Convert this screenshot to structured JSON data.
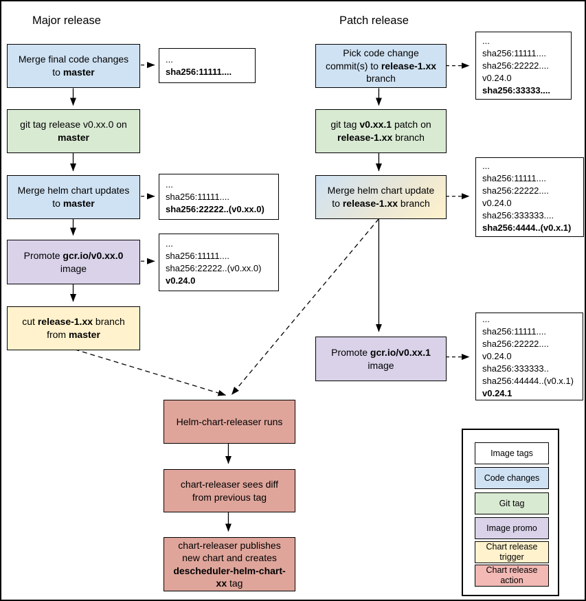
{
  "major": {
    "title": "Major release",
    "steps": [
      {
        "segments": [
          {
            "t": "Merge final code changes to "
          },
          {
            "t": "master",
            "b": true
          }
        ]
      },
      {
        "segments": [
          {
            "t": "git tag release v0.xx.0 on "
          },
          {
            "t": "master",
            "b": true
          }
        ]
      },
      {
        "segments": [
          {
            "t": "Merge helm chart updates to "
          },
          {
            "t": "master",
            "b": true
          }
        ]
      },
      {
        "segments": [
          {
            "t": "Promote "
          },
          {
            "t": "gcr.io/v0.xx.0",
            "b": true
          },
          {
            "t": " image"
          }
        ]
      },
      {
        "segments": [
          {
            "t": "cut "
          },
          {
            "t": "release-1.xx",
            "b": true
          },
          {
            "t": " branch from "
          },
          {
            "t": "master",
            "b": true
          }
        ]
      }
    ],
    "sha_boxes": [
      {
        "lines": [
          {
            "t": "..."
          },
          {
            "t": "sha256:11111....",
            "b": true
          }
        ]
      },
      {
        "lines": [
          {
            "t": "..."
          },
          {
            "t": "sha256:11111...."
          },
          {
            "t": "sha256:22222..(v0.xx.0)",
            "b": true
          }
        ]
      },
      {
        "lines": [
          {
            "t": "..."
          },
          {
            "t": "sha256:11111...."
          },
          {
            "t": "sha256:22222..(v0.xx.0)"
          },
          {
            "t": "v0.24.0",
            "b": true
          }
        ]
      }
    ]
  },
  "patch": {
    "title": "Patch release",
    "steps": [
      {
        "segments": [
          {
            "t": "Pick code change commit(s) to "
          },
          {
            "t": "release-1.xx",
            "b": true
          },
          {
            "t": " branch"
          }
        ]
      },
      {
        "segments": [
          {
            "t": "git tag "
          },
          {
            "t": "v0.xx.1",
            "b": true
          },
          {
            "t": " patch on "
          },
          {
            "t": "release-1.xx",
            "b": true
          },
          {
            "t": " branch"
          }
        ]
      },
      {
        "segments": [
          {
            "t": "Merge helm chart update to "
          },
          {
            "t": "release-1.xx",
            "b": true
          },
          {
            "t": " branch"
          }
        ]
      },
      {
        "segments": [
          {
            "t": "Promote "
          },
          {
            "t": "gcr.io/v0.xx.1",
            "b": true
          },
          {
            "t": " image"
          }
        ]
      }
    ],
    "sha_boxes": [
      {
        "lines": [
          {
            "t": "..."
          },
          {
            "t": "sha256:11111...."
          },
          {
            "t": "sha256:22222...."
          },
          {
            "t": "v0.24.0"
          },
          {
            "t": "sha256:33333....",
            "b": true
          }
        ]
      },
      {
        "lines": [
          {
            "t": "..."
          },
          {
            "t": "sha256:11111...."
          },
          {
            "t": "sha256:22222...."
          },
          {
            "t": "v0.24.0"
          },
          {
            "t": "sha256:333333...."
          },
          {
            "t": "sha256:4444..(v0.x.1)",
            "b": true
          }
        ]
      },
      {
        "lines": [
          {
            "t": "..."
          },
          {
            "t": "sha256:11111...."
          },
          {
            "t": "sha256:22222...."
          },
          {
            "t": "v0.24.0"
          },
          {
            "t": "sha256:333333.."
          },
          {
            "t": "sha256:44444..(v0.x.1)"
          },
          {
            "t": "v0.24.1",
            "b": true
          }
        ]
      }
    ]
  },
  "chart_release": {
    "steps": [
      {
        "segments": [
          {
            "t": "Helm-chart-releaser runs"
          }
        ]
      },
      {
        "segments": [
          {
            "t": "chart-releaser sees diff from previous tag"
          }
        ]
      },
      {
        "segments": [
          {
            "t": "chart-releaser publishes new chart and creates "
          },
          {
            "t": "descheduler-helm-chart-xx",
            "b": true
          },
          {
            "t": " tag"
          }
        ]
      }
    ]
  },
  "legend": {
    "items": [
      {
        "label": "Image tags"
      },
      {
        "label": "Code changes"
      },
      {
        "label": "Git tag"
      },
      {
        "label": "Image promo"
      },
      {
        "label": "Chart release trigger"
      },
      {
        "label": "Chart release action"
      }
    ]
  },
  "colors": {
    "code_changes": "#cfe2f3",
    "git_tag": "#d9ead3",
    "image_promo": "#d9d2e9",
    "chart_trigger": "#fff2cc",
    "chart_action": "#dfa59b",
    "legend_action": "#f2b9b5",
    "image_tags": "#ffffff",
    "gradient_start": "#cfe2f3",
    "gradient_end": "#fff2cc",
    "line": "#000000"
  }
}
